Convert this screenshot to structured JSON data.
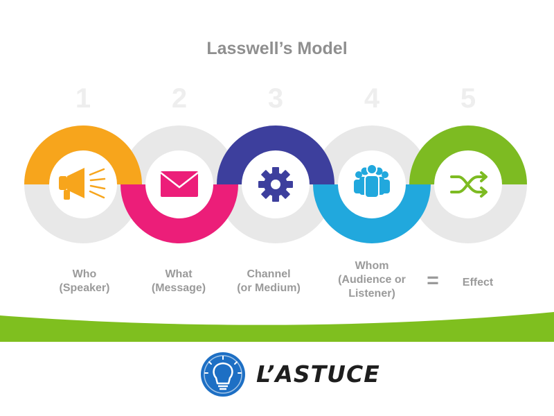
{
  "title": "Lasswell’s Model",
  "colors": {
    "stage1": "#f7a51c",
    "stage2": "#ec1e79",
    "stage3": "#3d3f9d",
    "stage4": "#21a8dd",
    "stage5": "#7dbb22",
    "ring_bg": "#e8e8e8",
    "label": "#9a9a9a",
    "ground_green": "#7fbf1f",
    "logo_blue": "#1d6fc4"
  },
  "stages": [
    {
      "number": "1",
      "icon": "megaphone-icon",
      "lines": [
        "Who",
        "(Speaker)"
      ]
    },
    {
      "number": "2",
      "icon": "envelope-icon",
      "lines": [
        "What",
        "(Message)"
      ]
    },
    {
      "number": "3",
      "icon": "gear-icon",
      "lines": [
        "Channel",
        "(or Medium)"
      ]
    },
    {
      "number": "4",
      "icon": "audience-icon",
      "lines": [
        "Whom",
        "(Audience or",
        "Listener)"
      ]
    },
    {
      "number": "5",
      "icon": "shuffle-icon",
      "lines": [
        "Effect"
      ]
    }
  ],
  "equals_sign": "=",
  "brand": {
    "name": "L’ASTUCE",
    "icon": "lightbulb-icon"
  }
}
